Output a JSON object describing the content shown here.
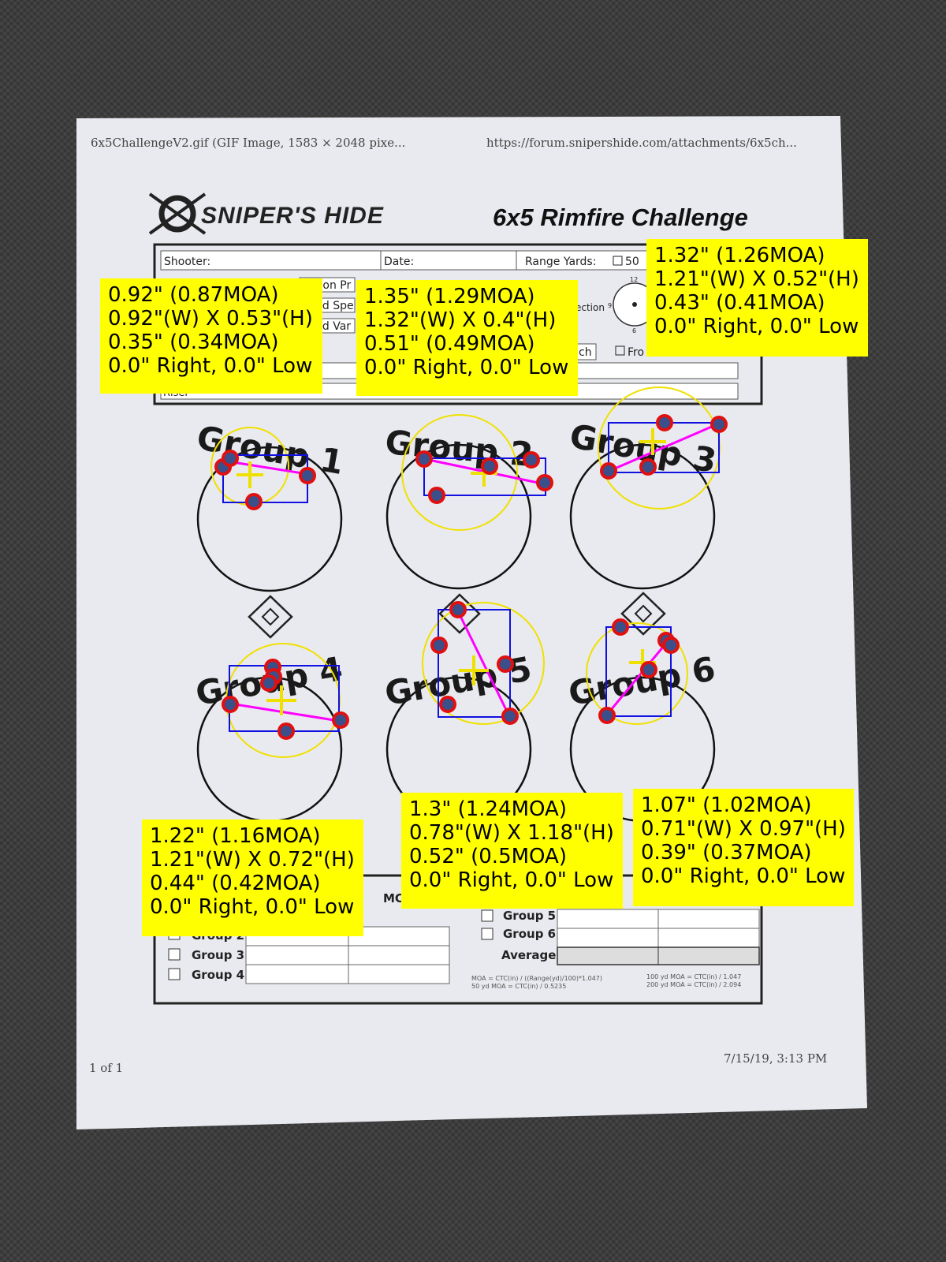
{
  "browser_header": {
    "left": "6x5ChallengeV2.gif (GIF Image, 1583 × 2048 pixe...",
    "right": "https://forum.snipershide.com/attachments/6x5ch..."
  },
  "brand": {
    "logo_text": "SNIPER'S HIDE",
    "title": "6x5 Rimfire Challenge"
  },
  "form": {
    "shooter_label": "Shooter:",
    "date_label": "Date:",
    "range_label": "Range Yards:",
    "range_option": "50",
    "field_fragments": [
      "tion Pr",
      "nd Spe",
      "nd Var"
    ],
    "correction_fragment": "ection",
    "ch_fragment": "ch",
    "fro_fragment": "Fro",
    "riser_fragment": "Riser",
    "clock_labels": [
      "12",
      "9",
      "6"
    ]
  },
  "targets": [
    {
      "label": "Group 1"
    },
    {
      "label": "Group 2"
    },
    {
      "label": "Group 3"
    },
    {
      "label": "Group 4"
    },
    {
      "label": "Group 5"
    },
    {
      "label": "Group 6"
    }
  ],
  "score_table": {
    "moa_header": "MC",
    "left_rows": [
      "Group 2:",
      "Group 3:",
      "Group 4:"
    ],
    "right_rows": [
      "Group 5:",
      "Group 6:"
    ],
    "average_label": "Average:",
    "formula_left": [
      "MOA = CTC(in) / ((Range(yd)/100)*1.047)",
      "50 yd MOA = CTC(in) / 0.5235"
    ],
    "formula_right": [
      "100 yd MOA = CTC(in) / 1.047",
      "200 yd MOA = CTC(in) / 2.094"
    ]
  },
  "annotations": {
    "group1": [
      "0.92\" (0.87MOA)",
      "0.92\"(W) X 0.53\"(H)",
      "0.35\" (0.34MOA)",
      "0.0\" Right,  0.0\" Low"
    ],
    "group2": [
      "1.35\" (1.29MOA)",
      "1.32\"(W) X 0.4\"(H)",
      "0.51\" (0.49MOA)",
      "0.0\" Right,  0.0\" Low"
    ],
    "group3": [
      "1.32\" (1.26MOA)",
      "1.21\"(W) X 0.52\"(H)",
      "0.43\" (0.41MOA)",
      "0.0\" Right,  0.0\" Low"
    ],
    "group4": [
      "1.22\" (1.16MOA)",
      "1.21\"(W) X 0.72\"(H)",
      "0.44\" (0.42MOA)",
      "0.0\" Right,  0.0\" Low"
    ],
    "group5": [
      "1.3\" (1.24MOA)",
      "0.78\"(W) X 1.18\"(H)",
      "0.52\" (0.5MOA)",
      "0.0\" Right,  0.0\" Low"
    ],
    "group6": [
      "1.07\" (1.02MOA)",
      "0.71\"(W) X 0.97\"(H)",
      "0.39\" (0.37MOA)",
      "0.0\" Right,  0.0\" Low"
    ]
  },
  "footer": {
    "page": "1 of 1",
    "timestamp": "7/15/19, 3:13 PM"
  },
  "colors": {
    "highlight": "#ffff00",
    "hit_ring": "#e01010",
    "bounding_box": "#1010e0",
    "extreme_spread": "#ff00ff",
    "center_mark": "#f0e000"
  }
}
